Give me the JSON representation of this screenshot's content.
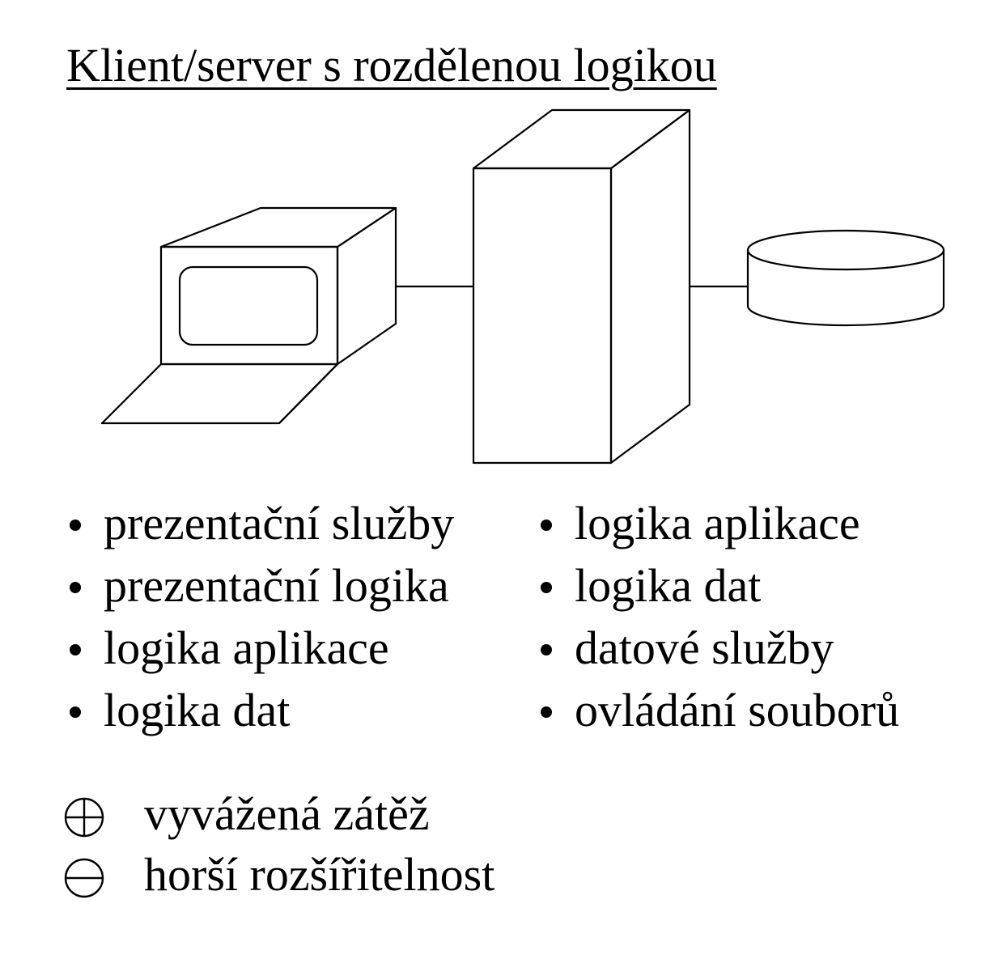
{
  "title": "Klient/server s rozdělenou logikou",
  "diagram": {
    "nodes": [
      "client-computer-icon",
      "server-tower-icon",
      "database-disk-icon"
    ],
    "connections": [
      [
        "client-computer-icon",
        "server-tower-icon"
      ],
      [
        "server-tower-icon",
        "database-disk-icon"
      ]
    ]
  },
  "client_list": [
    "prezentační služby",
    "prezentační logika",
    "logika aplikace",
    "logika dat"
  ],
  "server_list": [
    "logika aplikace",
    "logika dat",
    "datové služby",
    "ovládání souborů"
  ],
  "pros_cons": {
    "pro": {
      "icon": "circled-plus-icon",
      "text": "vyvážená zátěž"
    },
    "con": {
      "icon": "circled-minus-icon",
      "text": "horší rozšířitelnost"
    }
  }
}
